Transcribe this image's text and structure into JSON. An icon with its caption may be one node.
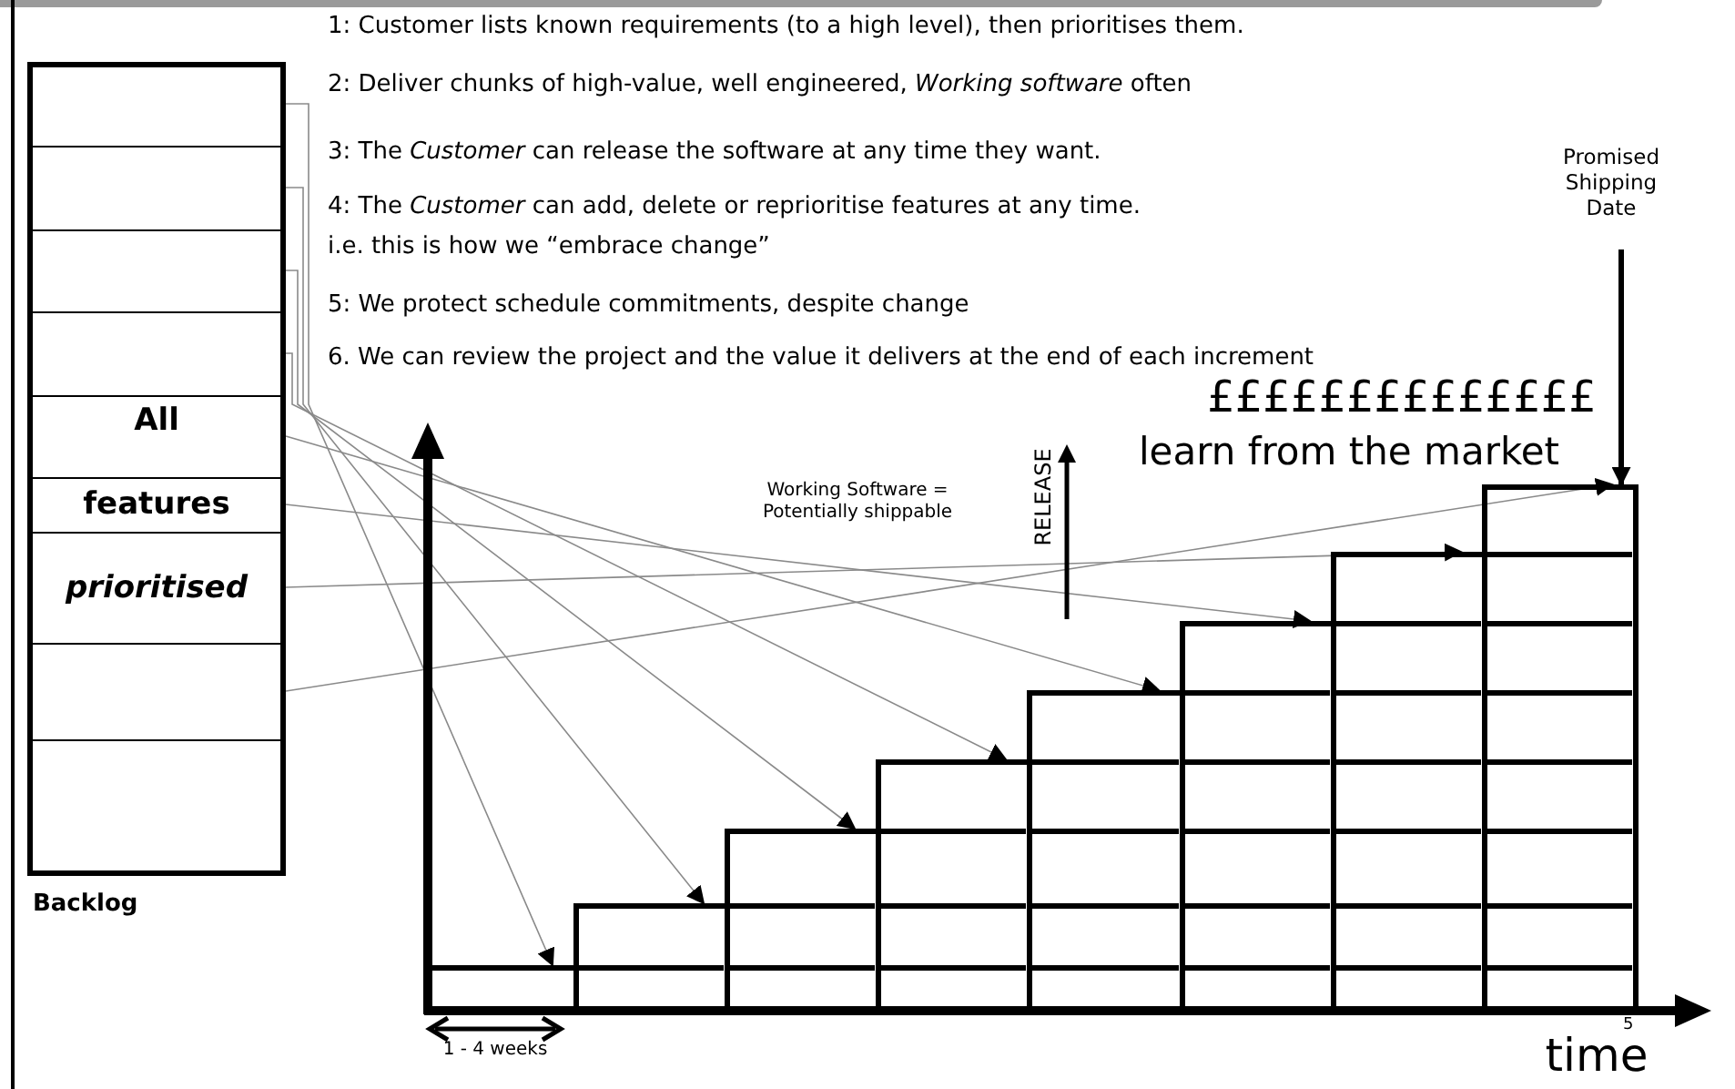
{
  "diagram": {
    "nodes": [
      {
        "text": [
          "All",
          "features",
          "prioritised"
        ],
        "beside": [
          "Backlog"
        ]
      },
      {
        "text": [],
        "shape": "bar"
      },
      {
        "text": [],
        "shape": "bar"
      },
      {
        "text": [],
        "shape": "bar"
      },
      {
        "text": [],
        "shape": "bar"
      },
      {
        "text": [],
        "shape": "bar"
      },
      {
        "text": [],
        "shape": "bar"
      },
      {
        "text": [],
        "shape": "bar"
      },
      {
        "text": [],
        "shape": "bar",
        "beside": [
          "5"
        ]
      },
      {
        "text": [
          "Promised Shipping Date"
        ]
      }
    ],
    "edges": [
      {
        "from": 0,
        "to": 1,
        "arrow": "to"
      },
      {
        "from": 0,
        "to": 2,
        "arrow": "to"
      },
      {
        "from": 0,
        "to": 3,
        "arrow": "to"
      },
      {
        "from": 0,
        "to": 4,
        "arrow": "to"
      },
      {
        "from": 0,
        "to": 5,
        "arrow": "to"
      },
      {
        "from": 0,
        "to": 6,
        "arrow": "to"
      },
      {
        "from": 0,
        "to": 7,
        "arrow": "to"
      },
      {
        "from": 0,
        "to": 8,
        "arrow": "to"
      },
      {
        "from": 9,
        "to": 8,
        "arrow": "to",
        "style": "thick",
        "color": "#000000"
      }
    ],
    "labels": [
      "1: Customer lists known requirements (to a high level), then prioritises them.",
      "2: Deliver chunks of high-value, well engineered, *Working software* often",
      "3: The *Customer* can release the software at any time they want.",
      "4: The *Customer* can add, delete or reprioritise features at any time.",
      "i.e. this is how we “embrace change”",
      "5: We protect schedule commitments, despite change",
      "6. We can review the project and the value it delivers at the end of each increment",
      "££££££££££££££",
      "learn from the market",
      "Working Software = Potentially shippable",
      "RELEASE",
      "1 - 4 weeks",
      "time"
    ]
  }
}
